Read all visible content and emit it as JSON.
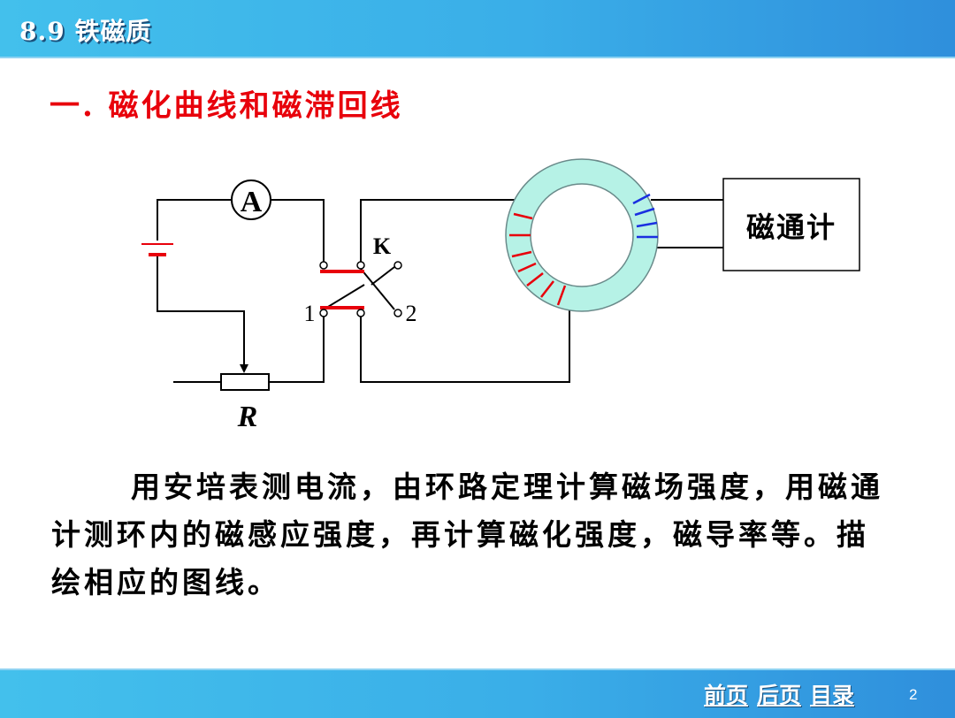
{
  "header": {
    "title": "8.9 铁磁质"
  },
  "heading": "一. 磁化曲线和磁滞回线",
  "diagram": {
    "ammeter_label": "A",
    "switch_label": "K",
    "pos1_label": "1",
    "pos2_label": "2",
    "resistor_label": "R",
    "fluxmeter_label": "磁通计",
    "colors": {
      "wire": "#000000",
      "toroid_fill": "#b6f2e6",
      "primary_winding": "#e8000b",
      "secondary_winding": "#1a2fe0",
      "contact": "#e8000b"
    }
  },
  "body": {
    "paragraph": "用安培表测电流，由环路定理计算磁场强度，用磁通计测环内的磁感应强度，再计算磁化强度，磁导率等。描绘相应的图线。"
  },
  "footer": {
    "nav_prev": "前页",
    "nav_next": "后页",
    "nav_index": "目录",
    "page_number": "2"
  }
}
